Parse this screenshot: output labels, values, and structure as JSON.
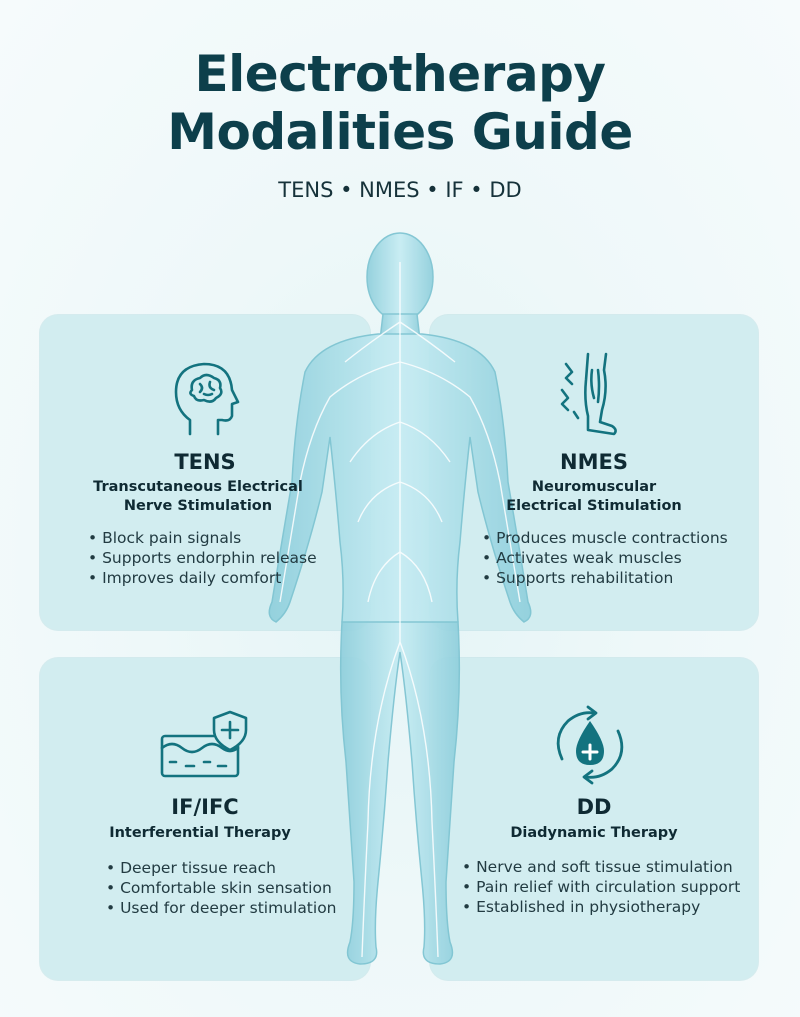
{
  "header": {
    "title_line1": "Electrotherapy",
    "title_line2": "Modalities Guide",
    "subtitle": "TENS • NMES • IF • DD"
  },
  "colors": {
    "accent": "#13737f",
    "title": "#0d3f4b",
    "card": "#d2edf0",
    "background": "#eef8f9"
  },
  "cards": [
    {
      "title": "TENS",
      "subtitle_line1": "Transcutaneous Electrical",
      "subtitle_line2": "Nerve Stimulation",
      "icon": "brain-head-icon",
      "bullets": [
        "Block pain signals",
        "Supports endorphin release",
        "Improves daily comfort"
      ]
    },
    {
      "title": "NMES",
      "subtitle_line1": "Neuromuscular",
      "subtitle_line2": "Electrical Stimulation",
      "icon": "leg-muscle-icon",
      "bullets": [
        "Produces muscle contractions",
        "Activates weak muscles",
        "Supports rehabilitation"
      ]
    },
    {
      "title": "IF/IFC",
      "subtitle_line1": "Interferential Therapy",
      "icon": "tissue-shield-icon",
      "bullets": [
        "Deeper tissue reach",
        "Comfortable skin sensation",
        "Used for deeper stimulation"
      ]
    },
    {
      "title": "DD",
      "subtitle_line1": "Diadynamic Therapy",
      "icon": "drop-circulation-icon",
      "bullets": [
        "Nerve and soft tissue stimulation",
        "Pain relief with circulation support",
        "Established in physiotherapy"
      ]
    }
  ]
}
